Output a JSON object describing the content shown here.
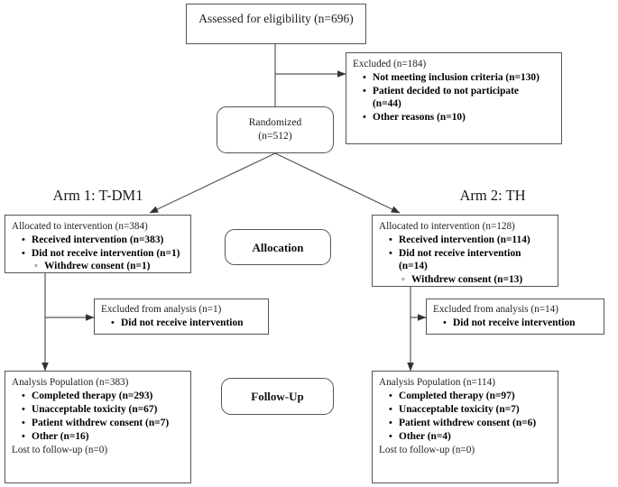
{
  "diagram": {
    "title": "CONSORT participant flow diagram",
    "line_color": "#555555",
    "text_color": "#222222"
  },
  "enrollment": {
    "assessed": {
      "text": "Assessed for eligibility (n=696)"
    },
    "excluded": {
      "lead": "Excluded (n=184)",
      "items": [
        "Not meeting inclusion criteria (n=130)",
        "Patient decided to not participate (n=44)",
        "Other reasons (n=10)"
      ]
    },
    "randomized": {
      "line1": "Randomized",
      "line2": "(n=512)"
    }
  },
  "stages": {
    "allocation_label": "Allocation",
    "followup_label": "Follow-Up"
  },
  "arms": [
    {
      "title": "Arm 1: T-DM1",
      "allocation": {
        "lead": "Allocated to intervention (n=384)",
        "items": [
          "Received intervention (n=383)"
        ],
        "nested_parent": "Did not receive intervention (n=1)",
        "nested_items": [
          "Withdrew consent (n=1)"
        ]
      },
      "excluded_from_analysis": {
        "lead": "Excluded from analysis (n=1)",
        "items": [
          "Did not receive intervention"
        ]
      },
      "analysis": {
        "lead": "Analysis Population (n=383)",
        "items": [
          "Completed therapy (n=293)",
          "Unacceptable toxicity (n=67)",
          "Patient withdrew consent (n=7)",
          "Other (n=16)"
        ],
        "footer": "Lost to follow-up (n=0)"
      }
    },
    {
      "title": "Arm 2: TH",
      "allocation": {
        "lead": "Allocated to intervention (n=128)",
        "items": [
          "Received intervention (n=114)"
        ],
        "nested_parent": "Did not receive intervention (n=14)",
        "nested_items": [
          "Withdrew consent (n=13)"
        ]
      },
      "excluded_from_analysis": {
        "lead": "Excluded from analysis (n=14)",
        "items": [
          "Did not receive intervention"
        ]
      },
      "analysis": {
        "lead": "Analysis Population (n=114)",
        "items": [
          "Completed therapy (n=97)",
          "Unacceptable toxicity (n=7)",
          "Patient withdrew consent (n=6)",
          "Other (n=4)"
        ],
        "footer": "Lost to follow-up (n=0)"
      }
    }
  ]
}
